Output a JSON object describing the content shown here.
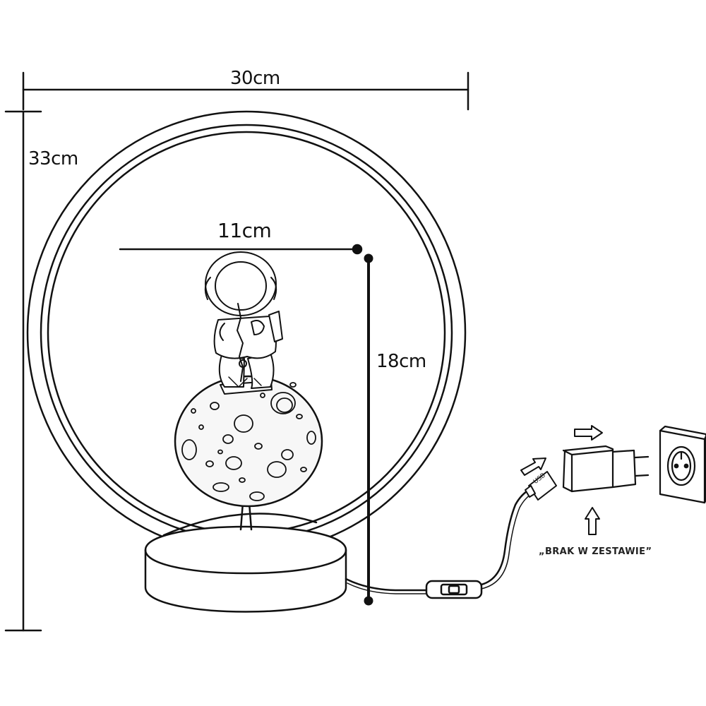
{
  "dimensions": {
    "total_width": "30cm",
    "total_height": "33cm",
    "figure_width": "11cm",
    "figure_height": "18cm"
  },
  "accessory_note": "„BRAK W ZESTAWIE”",
  "usb_plug_label": "USB",
  "colors": {
    "line": "#111111",
    "background": "#ffffff",
    "moon_fill": "#f7f7f7"
  }
}
